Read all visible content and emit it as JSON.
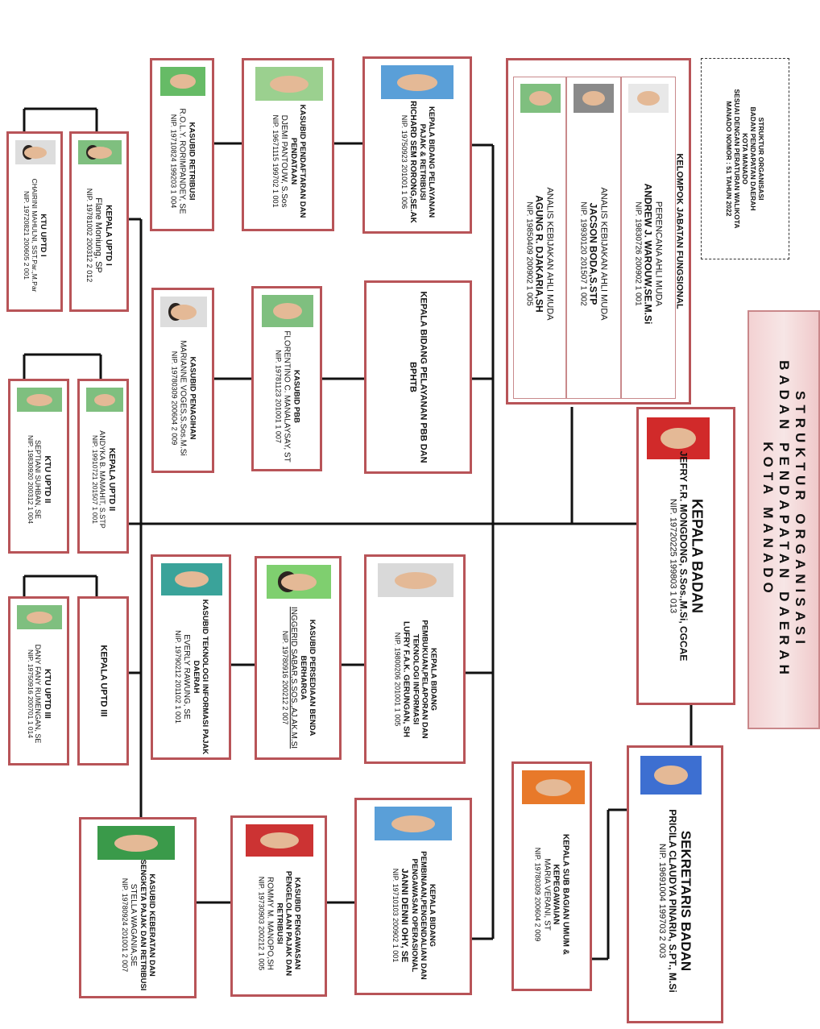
{
  "header": {
    "title_lines": [
      "STRUKTUR ORGANISASI",
      "BADAN PENDAPATAN DAERAH",
      "KOTA MANADO"
    ],
    "regulation_lines": [
      "STRUKTUR ORGANISASI",
      "BADAN PENDAPATAN DAERAH",
      "KOTA MANADO",
      "SESUAI DENGAN PERATURAN WALIKOTA",
      "MANADO NOMOR : 51 TAHUN 2022"
    ]
  },
  "kepala_badan": {
    "title": "KEPALA BADAN",
    "name": "JEFRY F.R. MONGDONG, S.Sos.,M.Si, CGCAE",
    "nip": "NIP. 19720225 199803 1 013",
    "photo_color": "#d12a2a"
  },
  "fungsional": {
    "title": "KELOMPOK JABATAN FUNGSIONAL",
    "members": [
      {
        "role": "PERENCANA AHLI MUDA",
        "name": "ANDREW J. WAROUW,SE.M.Si",
        "nip": "NIP. 19830726 200902 1 001",
        "photo_color": "#e8e8e8"
      },
      {
        "role": "ANALIS KEBIJAKAN AHLI MUDA",
        "name": "JACSON BODA,S.STP",
        "nip": "NIP. 19930120 201507 1 002",
        "photo_color": "#8a8a8a"
      },
      {
        "role": "ANALIS KEBIJAKAN AHLI MUDA",
        "name": "AGUNG R. DJAKARIA,SH",
        "nip": "NIP. 19850409 200902 1 005",
        "photo_color": "#7fbf7f"
      }
    ]
  },
  "sekretaris": {
    "title": "SEKRETARIS BADAN",
    "name": "PRICILA CLAUDYA PINARIA, S.PT., M.Si",
    "nip": "NIP. 19691004 199703 2 003",
    "photo_color": "#3d6fd1"
  },
  "kasubag_umum": {
    "title": "KEPALA SUB BAGIAN UMUM & KEPEGAWAIAN",
    "name": "MARIA VERANI, ST",
    "nip": "NIP. 19780309 200604 2 009",
    "photo_color": "#e8792a"
  },
  "bidang_pajak": {
    "title": "KEPALA BIDANG PELAYANAN PAJAK & RETRIBUSI",
    "name": "RICHARD SEM RORONG,SE.AK",
    "nip": "NIP. 19750923 201001 1 006",
    "photo_color": "#5a9fd8"
  },
  "kasubid_pendaftaran": {
    "title": "KASUBID PENDAFTARAN DAN PENDATAAN",
    "name": "DJEMI PANTOUW, S.Sos",
    "nip": "NIP. 19671115 199702 1 001",
    "photo_color": "#9bd08f"
  },
  "kasubid_retribusi": {
    "title": "KASUBID RETRIBUSI",
    "name": "R.O.L.Y. RORIMPANDEY, SE",
    "nip": "NIP. 19710824 199203 1 004",
    "photo_color": "#66bb66"
  },
  "bidang_pbb": {
    "title": "KEPALA BIDANG PELAYANAN PBB DAN BPHTB"
  },
  "kasubid_pbb": {
    "title": "KASUBID PBB",
    "name": "FLORENTINO C. MANALAYSAY, ST",
    "nip": "NIP. 19781123 201001 1 007",
    "photo_color": "#7fbf7f"
  },
  "kasubid_penagihan": {
    "title": "KASUBID PENAGIHAN",
    "name": "MARIANNE VOGES,S.Sos.M.Si",
    "nip": "NIP. 19780309 200604 2 009",
    "photo_color": "#dddddd"
  },
  "bidang_ti": {
    "title": "KEPALA BIDANG PEMBUKUAN,PELAPORAN DAN TEKNOLOGI INFORMASI",
    "name": "LUFRY F.A.K. GERUNGAN, SH",
    "nip": "NIP. 19800206 201001 1 005",
    "photo_color": "#d9d9d9"
  },
  "kasubid_persediaan": {
    "title": "KASUBID PERSEDIAAN BENDA BERHARGA",
    "name": "INGGERID SABAR,S.SOS.,AJ.AK.M.SI",
    "nip": "NIP. 19780916 200212 2 007",
    "photo_color": "#7fcf6f"
  },
  "kasubid_ti": {
    "title": "KASUBID TEKNOLOGI INFORMASI PAJAK DAERAH",
    "name": "EVERLY RAWUNG, SE",
    "nip": "NIP. 19790212 201102 1 001",
    "photo_color": "#3aa39a"
  },
  "bidang_pengawasan": {
    "title": "KEPALA BIDANG PEMBINAAN,PENGENDALIAN DAN PENGAWASAN OPERASIONAL",
    "name": "JANNI DENNI OHY, SE",
    "nip": "NIP. 19710103 200902 1 001",
    "photo_color": "#5a9fd8"
  },
  "kasubid_pengawasan": {
    "title": "KASUBID PENGAWASAN PENGELOLAAN PAJAK DAN RETRIBUSI",
    "name": "ROMMY M. MANOPO,SH",
    "nip": "NIP. 19730903 200212 1 005",
    "photo_color": "#cc3333"
  },
  "kasubid_keberatan": {
    "title": "KASUBID KEBERATAN DAN SENGKETA PAJAK DAN RETRIBUSI",
    "name": "STELLA WAGANIA,SE",
    "nip": "NIP. 19780924 201001 2 007",
    "photo_color": "#3a9a4a"
  },
  "uptd1_kepala": {
    "title": "KEPALA UPTD I",
    "name": "Flane Moniung, SP",
    "nip": "NIP. 19781002 200312 2 012",
    "photo_color": "#7fbf7f"
  },
  "uptd1_ktu": {
    "title": "KTU UPTD I",
    "name": "CHAIRINI MAHULNI, SST.Par.,M.Par",
    "nip": "NIP. 19720821 200605 2 001",
    "photo_color": "#dddddd"
  },
  "uptd2_kepala": {
    "title": "KEPALA UPTD II",
    "name": "ANDYKA B. MAMAHIT, S.STP",
    "nip": "NIP. 19910721 201507 1 001",
    "photo_color": "#7fbf7f"
  },
  "uptd2_ktu": {
    "title": "KTU UPTD II",
    "name": "SEPTIANI SUHBAN, SE",
    "nip": "NIP. 19830920 200312 1 004",
    "photo_color": "#7fbf7f"
  },
  "uptd3_kepala": {
    "title": "KEPALA UPTD III"
  },
  "uptd3_ktu": {
    "title": "KTU UPTD III",
    "name": "DANY FANY RUMENGAN, SE",
    "nip": "NIP. 19750916 200701 1 014",
    "photo_color": "#7fbf7f"
  }
}
